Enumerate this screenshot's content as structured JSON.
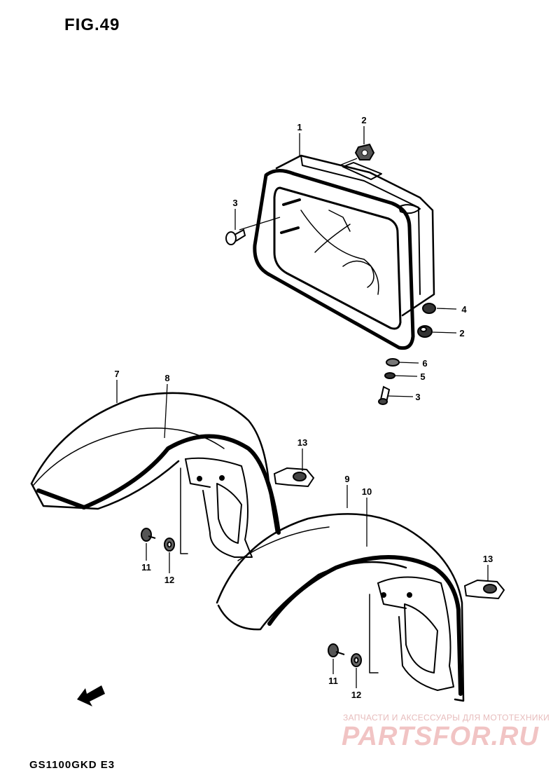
{
  "figure_title": "FIG.49",
  "model_code": "GS1100GKD E3",
  "watermark": {
    "tagline": "ЗАПЧАСТИ И АКСЕССУАРЫ ДЛЯ МОТОТЕХНИКИ",
    "logo": "PARTSFOR.RU",
    "color": "#f1c4c4"
  },
  "callouts": [
    {
      "id": "c1",
      "label": "1"
    },
    {
      "id": "c2a",
      "label": "2"
    },
    {
      "id": "c3a",
      "label": "3"
    },
    {
      "id": "c4",
      "label": "4"
    },
    {
      "id": "c2b",
      "label": "2"
    },
    {
      "id": "c6",
      "label": "6"
    },
    {
      "id": "c5",
      "label": "5"
    },
    {
      "id": "c3b",
      "label": "3"
    },
    {
      "id": "c7",
      "label": "7"
    },
    {
      "id": "c8",
      "label": "8"
    },
    {
      "id": "c13a",
      "label": "13"
    },
    {
      "id": "c9",
      "label": "9"
    },
    {
      "id": "c10",
      "label": "10"
    },
    {
      "id": "c11a",
      "label": "11"
    },
    {
      "id": "c12a",
      "label": "12"
    },
    {
      "id": "c13b",
      "label": "13"
    },
    {
      "id": "c11b",
      "label": "11"
    },
    {
      "id": "c12b",
      "label": "12"
    }
  ]
}
